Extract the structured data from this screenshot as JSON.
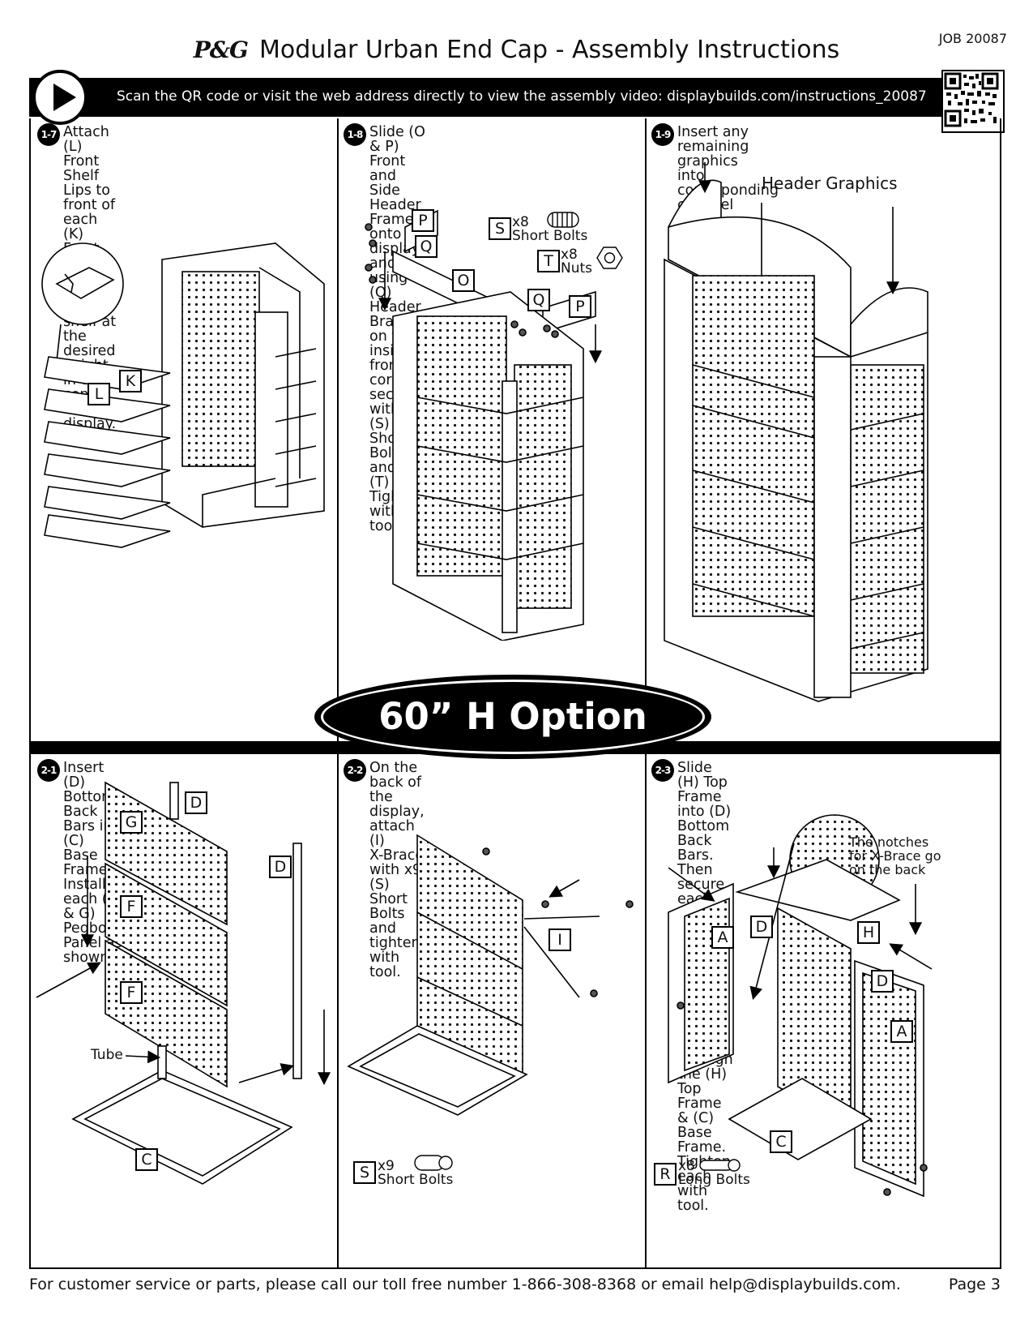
{
  "header": {
    "job": "JOB 20087",
    "brand": "P&G",
    "title": "Modular Urban End Cap - Assembly Instructions"
  },
  "banner": {
    "message": "Scan the QR code or visit the web address directly to view the assembly video: displaybuilds.com/instructions_20087",
    "play_icon": "play-icon",
    "qr_icon": "qr-code-icon"
  },
  "option_badge": "60” H Option",
  "steps": [
    {
      "num": "1-7",
      "text": "Attach (L) Front Shelf Lips to front of\neach (K) Front Shelf. Then install each\nshelf at the desired height in the\ncenter of the display."
    },
    {
      "num": "1-8",
      "text": "Slide (O & P) Front and Side Header\nFrames onto display, and using (Q)\nHeader Brackets on the inside front\ncorners, secure with x8 (S) Short Bolts\nand x8 (T) Nuts. Tighten with tool."
    },
    {
      "num": "1-9",
      "text": "Insert any remaining graphics\ninto corresponding channel\nslides."
    },
    {
      "num": "2-1",
      "text": "Insert (D) Bottom Back Bars into (C)\nBase Frame. Install each (F & G)\nPegboard Panel as shown."
    },
    {
      "num": "2-2",
      "text": "On the back of the display, attach (I)\nX-Brace with x9 (S) Short Bolts and\ntighten with tool."
    },
    {
      "num": "2-3",
      "text": "Slide (H) Top Frame into (D) Bottom\nBack Bars. Then secure each (A)\nBottom Left & Right Side Frames with\nx8 (R) Long Bolts through the (H) Top\nFrame & (C) Base Frame. Tighten each\nwith tool."
    }
  ],
  "labels": {
    "s17": [
      "K",
      "L"
    ],
    "s18": [
      "P",
      "Q",
      "O",
      "Q",
      "P",
      "S",
      "T"
    ],
    "s21": [
      "D",
      "G",
      "D",
      "F",
      "F",
      "C"
    ],
    "s22": [
      "I",
      "S"
    ],
    "s23": [
      "D",
      "A",
      "H",
      "D",
      "A",
      "C",
      "R"
    ]
  },
  "hardware": {
    "s18_short": "x8\nShort Bolts",
    "s18_nuts": "x8\nNuts",
    "s22_short": "x9\nShort Bolts",
    "s23_long": "x8\nLong Bolts"
  },
  "callouts": {
    "header_graphics": "Header Graphics",
    "tube": "Tube",
    "notches": "The notches\nfor X-Brace go\non the back"
  },
  "footer": {
    "contact": "For customer service or parts, please call our toll free number 1-866-308-8368 or email help@displaybuilds.com.",
    "page": "Page 3"
  }
}
